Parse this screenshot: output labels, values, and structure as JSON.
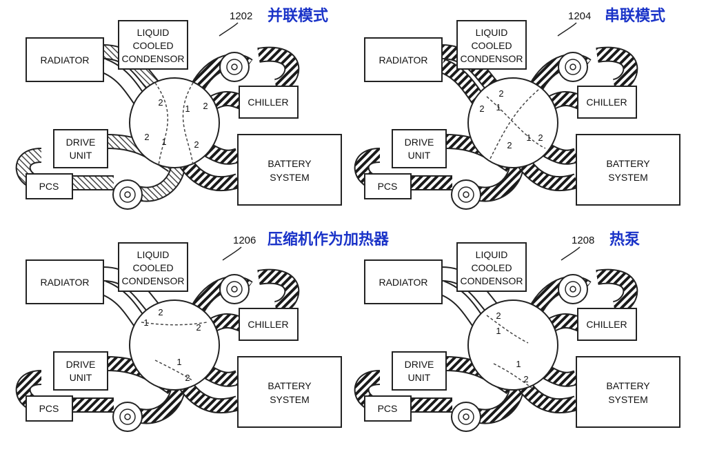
{
  "panels": [
    {
      "ref": "1202",
      "title": "并联模式",
      "mode": "parallel"
    },
    {
      "ref": "1204",
      "title": "串联模式",
      "mode": "series"
    },
    {
      "ref": "1206",
      "title": "压缩机作为加热器",
      "mode": "compressor-heater"
    },
    {
      "ref": "1208",
      "title": "热泵",
      "mode": "heat-pump"
    }
  ],
  "components": {
    "radiator": "RADIATOR",
    "condenser": [
      "LIQUID",
      "COOLED",
      "CONDENSOR"
    ],
    "chiller": "CHILLER",
    "drive_unit": [
      "DRIVE",
      "UNIT"
    ],
    "battery": [
      "BATTERY",
      "SYSTEM"
    ],
    "pcs": "PCS"
  },
  "valve_ports": {
    "one": "1",
    "two": "2"
  }
}
